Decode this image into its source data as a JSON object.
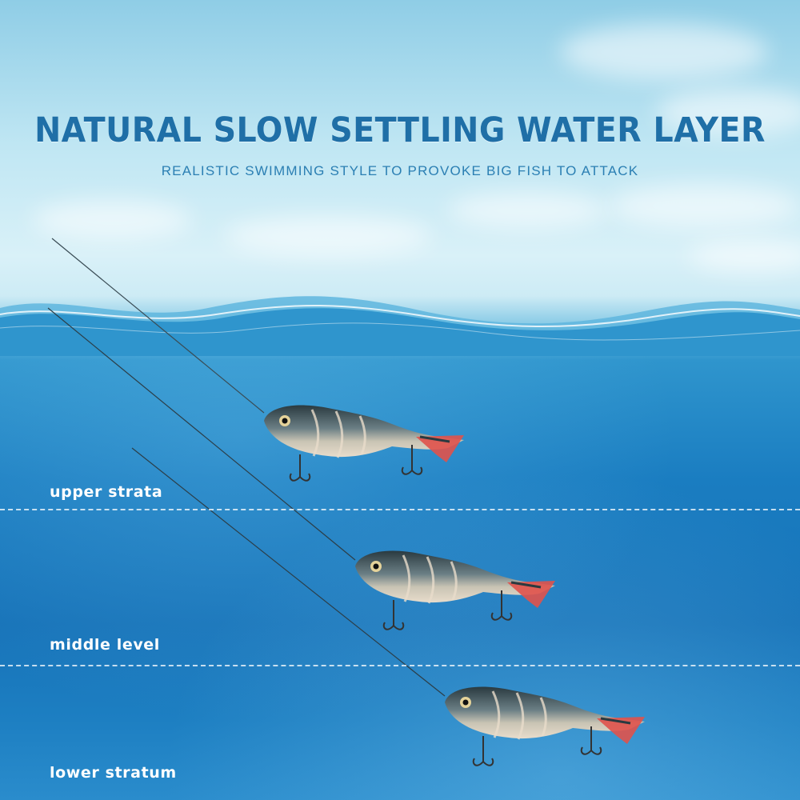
{
  "headline": {
    "title": "NATURAL SLOW SETTLING WATER LAYER",
    "subtitle": "REALISTIC SWIMMING STYLE TO PROVOKE BIG FISH TO ATTACK"
  },
  "layers": [
    {
      "label": "upper strata"
    },
    {
      "label": "middle level"
    },
    {
      "label": "lower stratum"
    }
  ],
  "colors": {
    "title": "#1f6fa7",
    "water_deep": "#1672b8",
    "lure_fin": "#e0524b"
  }
}
